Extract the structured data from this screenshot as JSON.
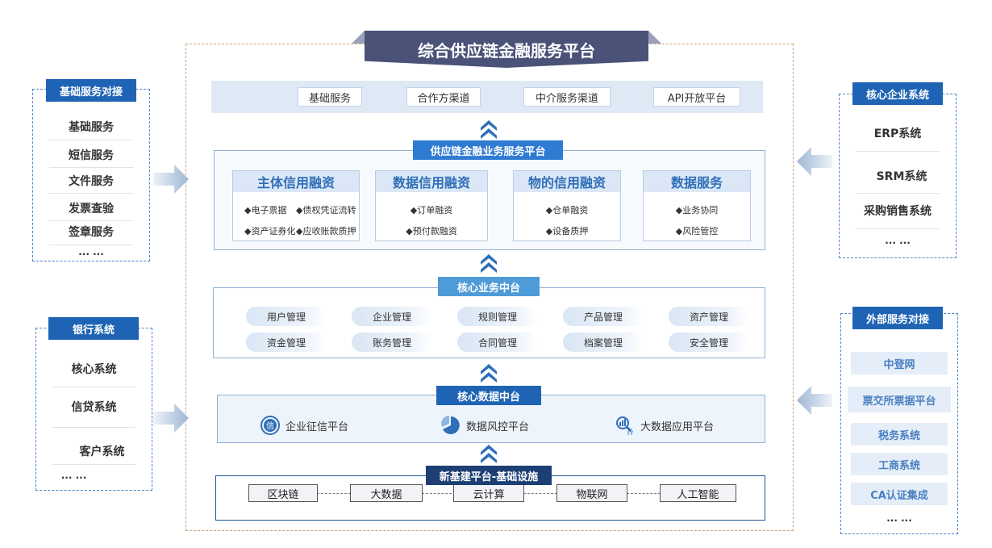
{
  "title": "综合供应链金融服务平台",
  "channels": [
    "基础服务",
    "合作方渠道",
    "中介服务渠道",
    "API开放平台"
  ],
  "business_platform": {
    "tag": "供应链金融业务服务平台",
    "cards": [
      {
        "title": "主体信用融资",
        "items": [
          "◆电子票据",
          "◆债权凭证流转",
          "◆资产证券化",
          "◆应收账款质押"
        ]
      },
      {
        "title": "数据信用融资",
        "items": [
          "◆订单融资",
          "◆预付款融资"
        ]
      },
      {
        "title": "物的信用融资",
        "items": [
          "◆仓单融资",
          "◆设备质押"
        ]
      },
      {
        "title": "数据服务",
        "items": [
          "◆业务协同",
          "◆风险管控"
        ]
      }
    ]
  },
  "business_middle": {
    "tag": "核心业务中台",
    "items": [
      "用户管理",
      "企业管理",
      "规则管理",
      "产品管理",
      "资产管理",
      "资金管理",
      "账务管理",
      "合同管理",
      "档案管理",
      "安全管理"
    ]
  },
  "data_middle": {
    "tag": "核心数据中台",
    "items": [
      {
        "label": "企业征信平台",
        "icon": "credit-icon"
      },
      {
        "label": "数据风控平台",
        "icon": "pie-chart-icon"
      },
      {
        "label": "大数据应用平台",
        "icon": "analytics-icon"
      }
    ]
  },
  "infrastructure": {
    "tag": "新基建平台-基础设施",
    "items": [
      "区块链",
      "大数据",
      "云计算",
      "物联网",
      "人工智能"
    ]
  },
  "left_top": {
    "tag": "基础服务对接",
    "items": [
      "基础服务",
      "短信服务",
      "文件服务",
      "发票查验",
      "签章服务"
    ],
    "more": "... ..."
  },
  "left_bottom": {
    "tag": "银行系统",
    "items": [
      "核心系统",
      "信贷系统",
      "客户系统"
    ],
    "more": "... ..."
  },
  "right_top": {
    "tag": "核心企业系统",
    "items": [
      "ERP系统",
      "SRM系统",
      "采购销售系统"
    ],
    "more": "... ..."
  },
  "right_bottom": {
    "tag": "外部服务对接",
    "items": [
      "中登网",
      "票交所票据平台",
      "税务系统",
      "工商系统",
      "CA认证集成"
    ],
    "more": "... ..."
  },
  "colors": {
    "banner": "#4a5278",
    "primary": "#1f64b4",
    "accent": "#2f6fb8",
    "light_bg": "#dfe9f5"
  }
}
